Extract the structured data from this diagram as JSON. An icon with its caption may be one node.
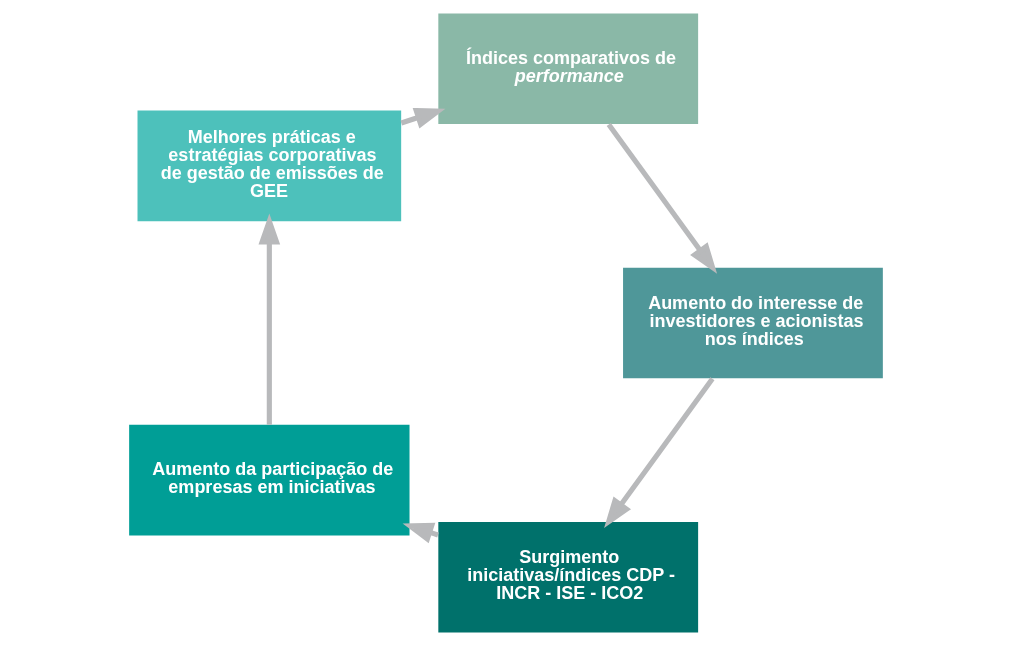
{
  "diagram": {
    "nodes": [
      {
        "text": [
          "Surgimento iniciativas/índices CDP - INCR - ISE - ICO2"
        ]
      },
      {
        "text": [
          "Aumento da participação de empresas em iniciativas"
        ]
      },
      {
        "text": [
          "Melhores práticas e estratégias corporativas de gestão de emissões de GEE"
        ]
      },
      {
        "text": [
          "Índices comparativos de *performance*"
        ]
      },
      {
        "text": [
          "Aumento do interesse de investidores e acionistas nos índices"
        ]
      }
    ],
    "edges": [
      {
        "from": 0,
        "to": 1,
        "arrow": "to"
      },
      {
        "from": 1,
        "to": 2,
        "arrow": "to"
      },
      {
        "from": 2,
        "to": 3,
        "arrow": "to"
      },
      {
        "from": 3,
        "to": 4,
        "arrow": "to"
      },
      {
        "from": 4,
        "to": 0,
        "arrow": "to"
      }
    ]
  }
}
